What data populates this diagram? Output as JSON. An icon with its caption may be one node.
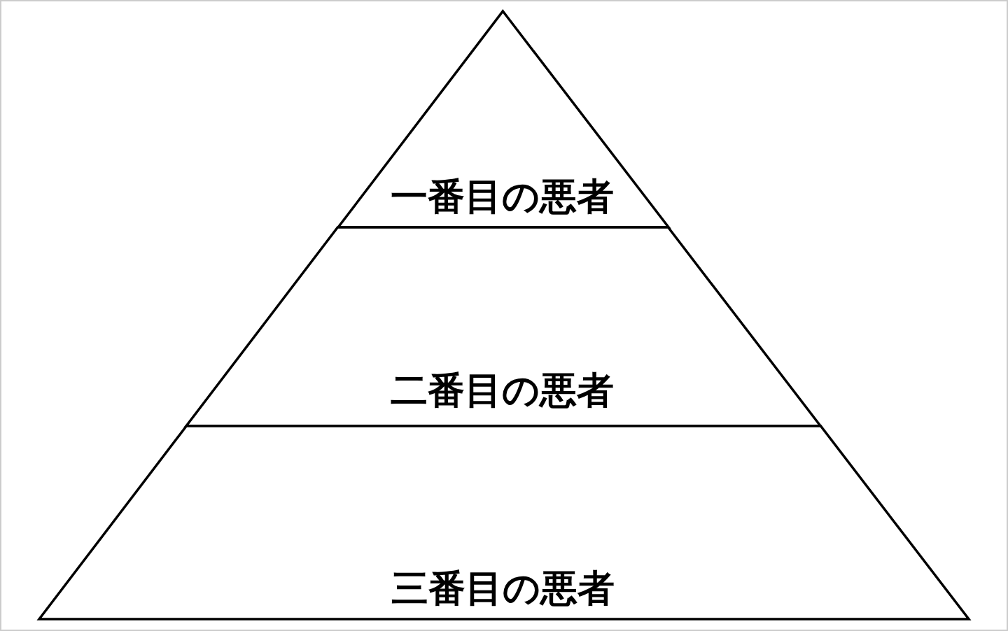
{
  "diagram": {
    "nodes": [
      {
        "text": [
          "一番目の悪者"
        ]
      },
      {
        "text": [
          "二番目の悪者"
        ]
      },
      {
        "text": [
          "三番目の悪者"
        ]
      }
    ]
  }
}
